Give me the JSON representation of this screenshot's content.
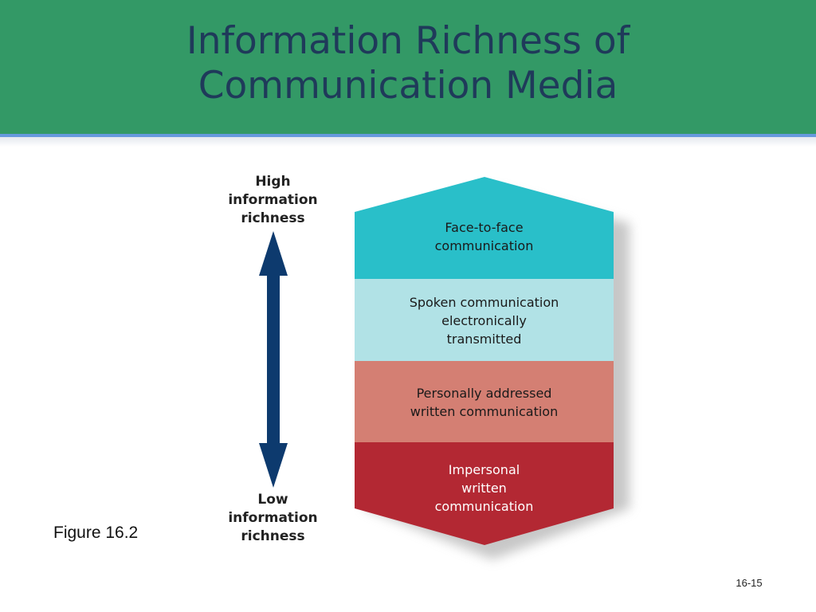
{
  "slide": {
    "title_line1": "Information Richness of",
    "title_line2": "Communication Media",
    "figure_label": "Figure 16.2",
    "slide_number": "16-15"
  },
  "axis": {
    "high": [
      "High",
      "information",
      "richness"
    ],
    "low": [
      "Low",
      "information",
      "richness"
    ]
  },
  "media": [
    {
      "lines": [
        "Face-to-face",
        "communication"
      ],
      "color": "#29bfc9"
    },
    {
      "lines": [
        "Spoken communication",
        "electronically",
        "transmitted"
      ],
      "color": "#b1e2e6"
    },
    {
      "lines": [
        "Personally addressed",
        "written communication"
      ],
      "color": "#d47f73"
    },
    {
      "lines": [
        "Impersonal",
        "written",
        "communication"
      ],
      "color": "#b32833"
    }
  ],
  "colors": {
    "header": "#339966",
    "title_text": "#1f3a5a",
    "arrow": "#0d3a6e"
  }
}
